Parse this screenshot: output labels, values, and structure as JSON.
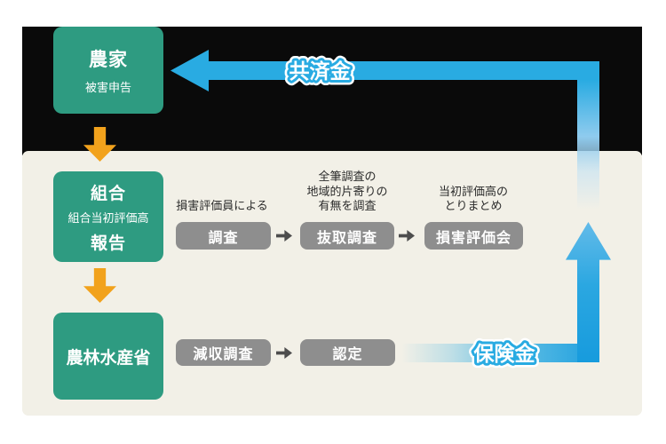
{
  "labels": {
    "kyosaikin": "共済金",
    "hokenkin": "保険金"
  },
  "entities": {
    "farmer": {
      "title": "農家",
      "subtitle": "被害申告"
    },
    "association": {
      "title": "組合",
      "subtitle": "組合当初評価高",
      "title2": "報告"
    },
    "ministry": {
      "title": "農林水産省"
    }
  },
  "process": {
    "row1": {
      "step1": {
        "label": "調査",
        "note": "損害評価員による"
      },
      "step2": {
        "label": "抜取調査",
        "note": "全筆調査の\n地域的片寄りの\n有無を調査"
      },
      "step3": {
        "label": "損害評価会",
        "note": "当初評価高の\nとりまとめ"
      }
    },
    "row2": {
      "step1": {
        "label": "減収調査"
      },
      "step2": {
        "label": "認定"
      }
    }
  },
  "colors": {
    "green": "#2e9b81",
    "orange": "#f2a21c",
    "blue": "#29abe2",
    "gray-box": "#8e8e8e",
    "arrow-dark": "#4d4d4d",
    "panel-black": "#0a0a0a",
    "panel-beige": "#f2f0e7",
    "text-dark": "#2b2b2b"
  }
}
